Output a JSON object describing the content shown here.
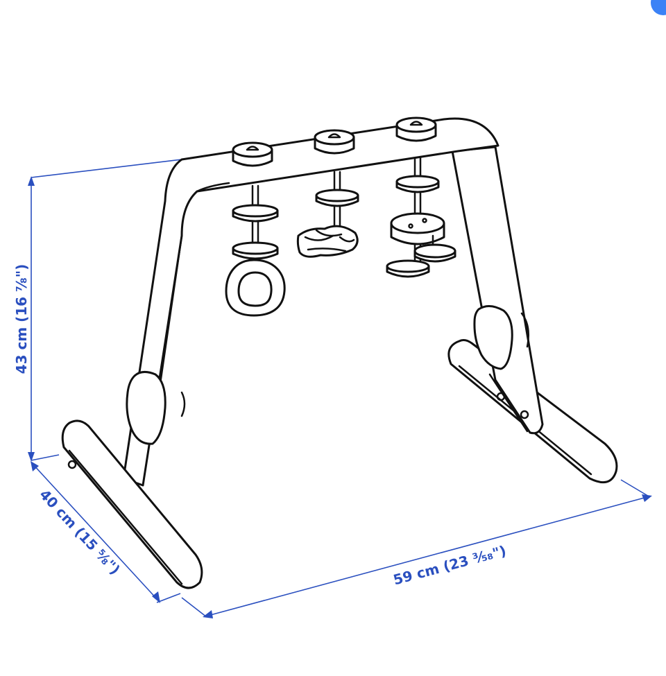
{
  "dimensions": {
    "height_label": "43 cm (16 ⅞\")",
    "depth_label": "40 cm (15 ⅝\")",
    "width_label": "59 cm (23 ⅗₈\")"
  },
  "colors": {
    "dimension": "#2a4fbf",
    "line": "#111111",
    "corner_dot": "#3b82f6"
  }
}
